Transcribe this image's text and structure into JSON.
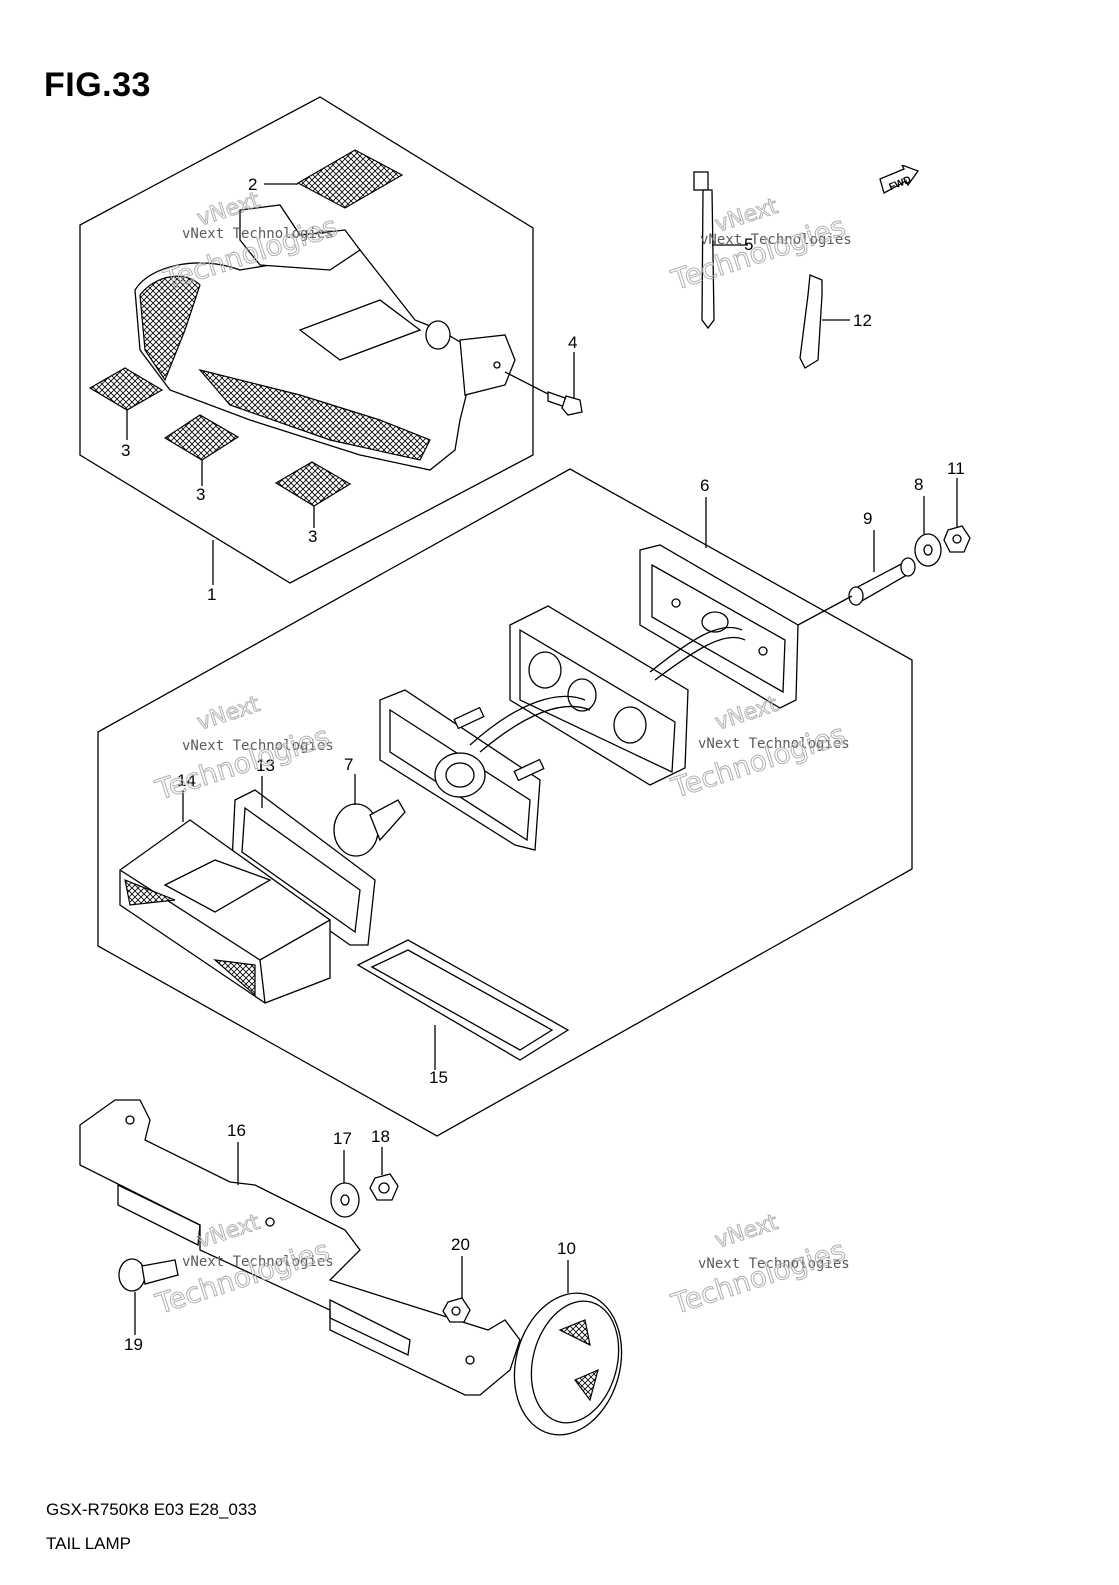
{
  "figure": {
    "title": "FIG.33"
  },
  "footer": {
    "code": "GSX-R750K8 E03 E28_033",
    "title": "TAIL LAMP"
  },
  "fwd_badge": {
    "label": "FWD",
    "icon": "fwd-arrow-icon"
  },
  "watermark": {
    "line1": "vNext Technologies",
    "line2": "vNext",
    "line3": "Technologies"
  },
  "callouts": [
    "1",
    "2",
    "3",
    "3",
    "3",
    "4",
    "5",
    "6",
    "7",
    "8",
    "9",
    "10",
    "11",
    "12",
    "13",
    "14",
    "15",
    "16",
    "17",
    "18",
    "19",
    "20"
  ]
}
